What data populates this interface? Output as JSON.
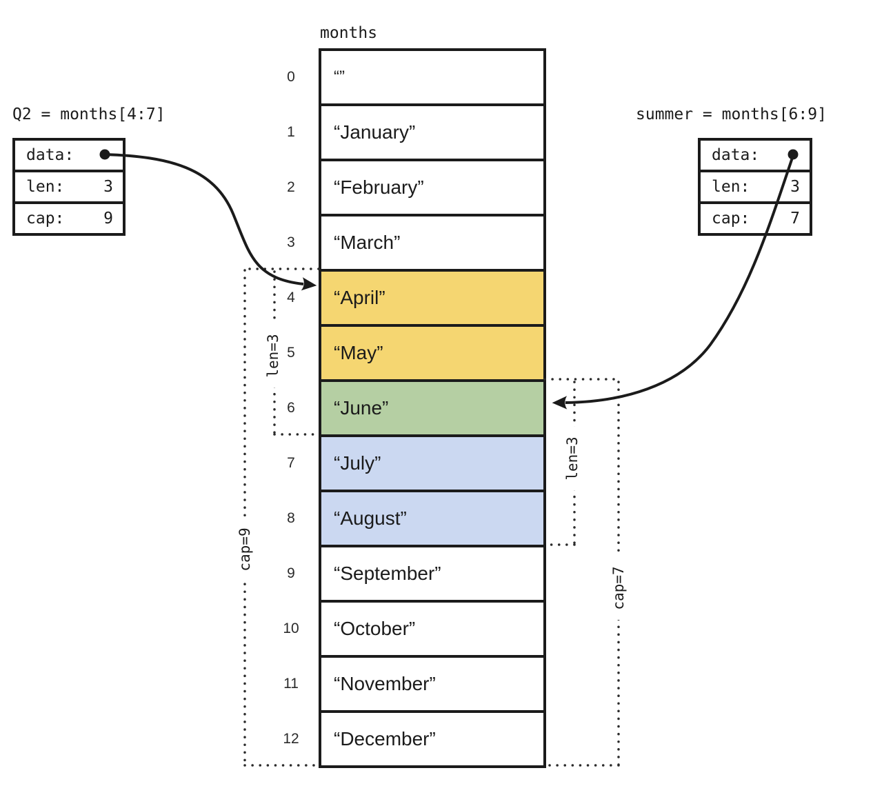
{
  "array": {
    "title": "months",
    "cells": [
      {
        "index": "0",
        "value": "“”",
        "highlight": "none"
      },
      {
        "index": "1",
        "value": "“January”",
        "highlight": "none"
      },
      {
        "index": "2",
        "value": "“February”",
        "highlight": "none"
      },
      {
        "index": "3",
        "value": "“March”",
        "highlight": "none"
      },
      {
        "index": "4",
        "value": "“April”",
        "highlight": "yellow"
      },
      {
        "index": "5",
        "value": "“May”",
        "highlight": "yellow"
      },
      {
        "index": "6",
        "value": "“June”",
        "highlight": "green"
      },
      {
        "index": "7",
        "value": "“July”",
        "highlight": "blue"
      },
      {
        "index": "8",
        "value": "“August”",
        "highlight": "blue"
      },
      {
        "index": "9",
        "value": "“September”",
        "highlight": "none"
      },
      {
        "index": "10",
        "value": "“October”",
        "highlight": "none"
      },
      {
        "index": "11",
        "value": "“November”",
        "highlight": "none"
      },
      {
        "index": "12",
        "value": "“December”",
        "highlight": "none"
      }
    ]
  },
  "slice_q2": {
    "title": "Q2 = months[4:7]",
    "data_label": "data:",
    "len_label": "len:",
    "len_value": "3",
    "cap_label": "cap:",
    "cap_value": "9",
    "len_bracket": "len=3",
    "cap_bracket": "cap=9"
  },
  "slice_summer": {
    "title": "summer = months[6:9]",
    "data_label": "data:",
    "len_label": "len:",
    "len_value": "3",
    "cap_label": "cap:",
    "cap_value": "7",
    "len_bracket": "len=3",
    "cap_bracket": "cap=7"
  },
  "colors": {
    "ink": "#1b1b1b",
    "highlight_yellow": "#f5d671",
    "highlight_green": "#b5cfa3",
    "highlight_blue": "#cbd8f1",
    "highlight_none": "#ffffff"
  }
}
